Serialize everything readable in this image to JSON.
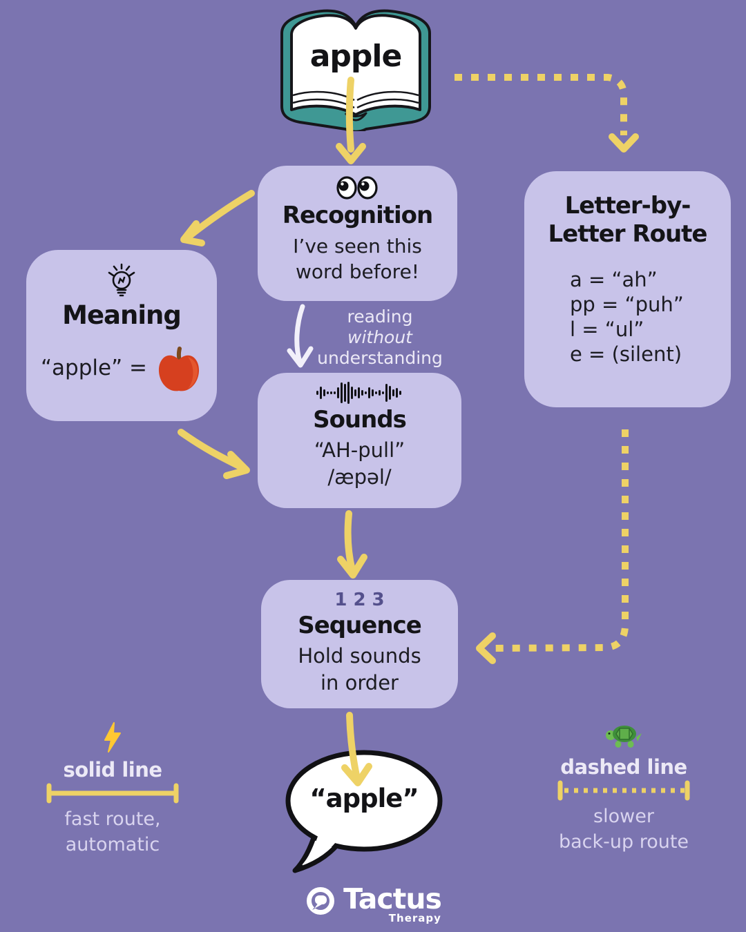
{
  "colors": {
    "background": "#7b74b0",
    "card": "#c8c3e9",
    "arrow_yellow": "#eed266",
    "arrow_white": "#f2f0fa",
    "text_dark": "#19191c",
    "text_light": "#ece9f6",
    "sequence_numbers": "#54508c",
    "book_teal": "#3f9894",
    "apple_red": "#d6401f",
    "bolt_gold": "#ffc832",
    "turtle_green": "#5fae4a"
  },
  "book": {
    "word": "apple"
  },
  "nodes": {
    "recognition": {
      "icon": "eyes-icon",
      "title": "Recognition",
      "body_line1": "I’ve seen this",
      "body_line2": "word before!"
    },
    "letter_route": {
      "title_line1": "Letter-by-",
      "title_line2": "Letter Route",
      "rules": [
        "a = “ah”",
        "pp = “puh”",
        "l = “ul”",
        "e = (silent)"
      ]
    },
    "meaning": {
      "icon": "lightbulb-icon",
      "title": "Meaning",
      "equation_text": "“apple” =",
      "equation_icon": "apple-icon"
    },
    "sounds": {
      "icon": "waveform-icon",
      "title": "Sounds",
      "pronunciation": "“AH-pull”",
      "ipa": "/æpəl/"
    },
    "sequence": {
      "numbers": "123",
      "title": "Sequence",
      "body_line1": "Hold sounds",
      "body_line2": "in order"
    }
  },
  "annotations": {
    "reading_without": {
      "line1": "reading",
      "line2": "without",
      "line3": "understanding"
    }
  },
  "output": {
    "spoken_word": "“apple”"
  },
  "legend": {
    "solid": {
      "icon": "lightning-icon",
      "label": "solid line",
      "desc_line1": "fast route,",
      "desc_line2": "automatic"
    },
    "dashed": {
      "icon": "turtle-icon",
      "label": "dashed line",
      "desc_line1": "slower",
      "desc_line2": "back-up route"
    }
  },
  "footer": {
    "brand": "Tactus",
    "sub_brand": "Therapy"
  }
}
